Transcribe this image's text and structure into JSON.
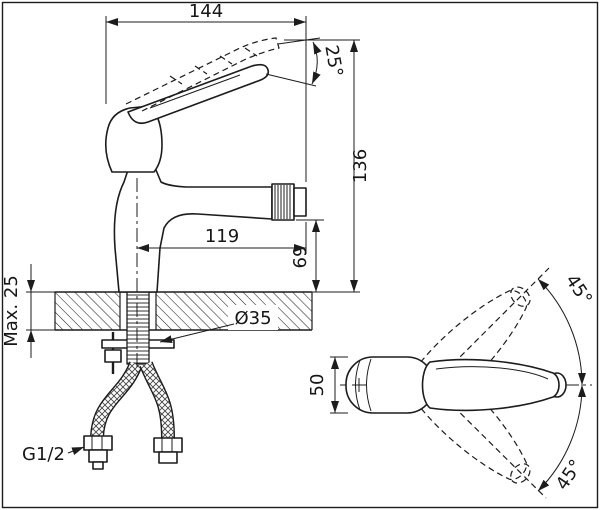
{
  "drawing": {
    "front_view": {
      "width_overall": "144",
      "handle_tilt_angle": "25°",
      "height_overall": "136",
      "spout_outlet_height": "69",
      "spout_reach": "119",
      "mounting_deck_thickness": "Max. 25",
      "mounting_hole_diameter": "Ø35",
      "supply_connection_thread": "G1/2"
    },
    "top_view": {
      "body_width": "50",
      "handle_swing_upper": "45°",
      "handle_swing_lower": "45°"
    }
  }
}
